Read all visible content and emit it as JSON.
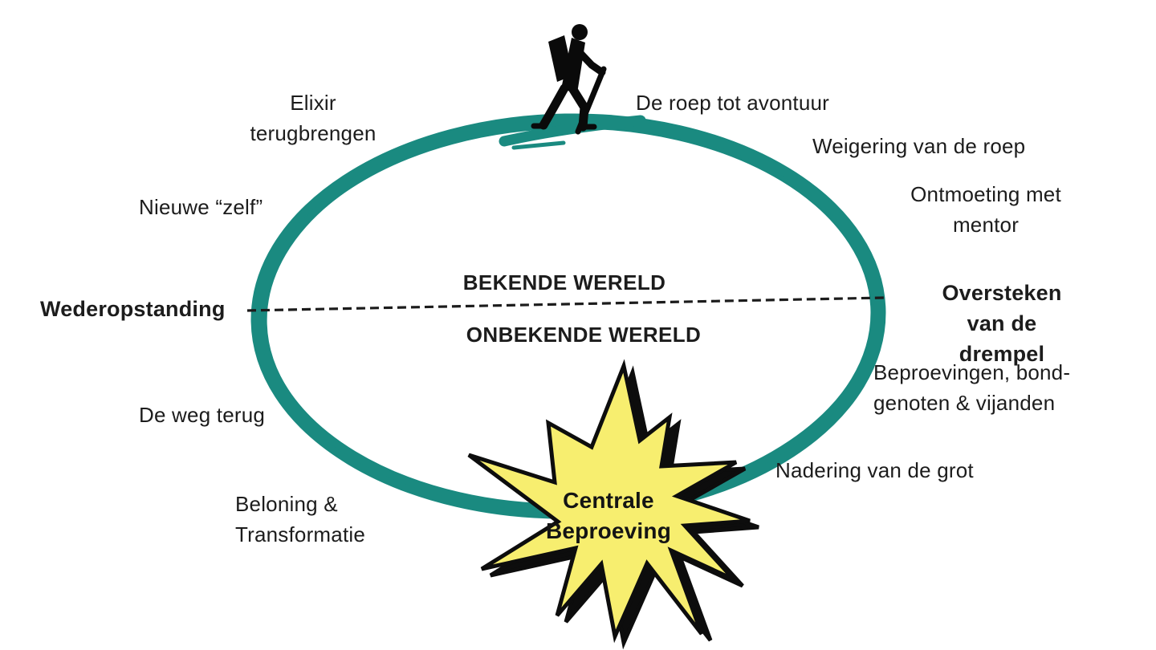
{
  "colors": {
    "background": "#ffffff",
    "circle": "#1a8a80",
    "star_fill": "#f7ee6f",
    "star_outline": "#0d0d0d",
    "figure": "#0a0a0a",
    "text": "#1c1c1c",
    "star_text": "#141414"
  },
  "worlds": {
    "known": "BEKENDE WERELD",
    "unknown": "ONBEKENDE WERELD"
  },
  "central_ordeal": {
    "text": "Centrale\nBeproeving"
  },
  "stages": {
    "elixir": {
      "text": "Elixir\nterugbrengen"
    },
    "call": {
      "text": "De roep tot avontuur"
    },
    "refusal": {
      "text": "Weigering van de roep"
    },
    "mentor": {
      "text": "Ontmoeting met\nmentor"
    },
    "threshold": {
      "text": "Oversteken van de\ndrempel"
    },
    "tests": {
      "text": "Beproevingen, bond-\ngenoten & vijanden"
    },
    "cave": {
      "text": "Nadering van de grot"
    },
    "reward": {
      "text": "Beloning &\nTransformatie"
    },
    "road_back": {
      "text": "De weg terug"
    },
    "resurrection": {
      "text": "Wederopstanding"
    },
    "new_self": {
      "text": "Nieuwe “zelf”"
    }
  }
}
